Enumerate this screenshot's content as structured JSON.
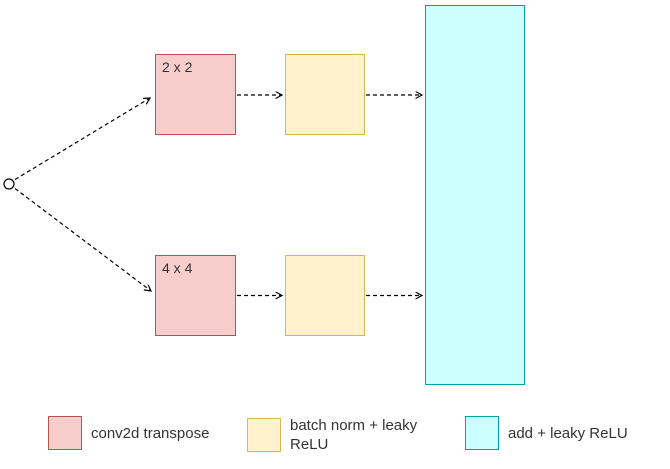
{
  "colors": {
    "conv_fill": "#f8cecc",
    "conv_border": "#b85450",
    "batchnorm_fill": "#fff2cc",
    "batchnorm_border": "#d6b656",
    "add_fill": "#ccffff",
    "add_border": "#00a2a2",
    "arrow": "#000000",
    "text": "#333333"
  },
  "diagram": {
    "branches": [
      {
        "kernel_label": "2 x 2"
      },
      {
        "kernel_label": "4 x 4"
      }
    ]
  },
  "legend": {
    "items": [
      {
        "label": "conv2d transpose"
      },
      {
        "label": "batch norm + leaky ReLU"
      },
      {
        "label": "add + leaky ReLU"
      }
    ]
  }
}
